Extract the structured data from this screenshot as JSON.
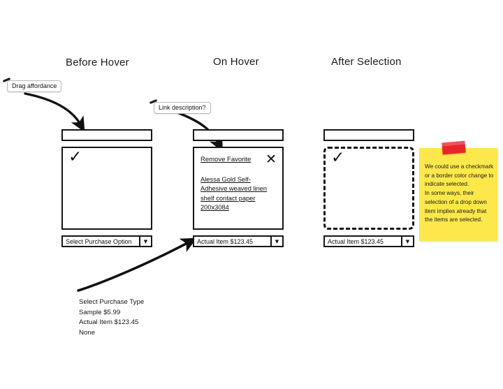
{
  "columns": [
    {
      "title": "Before Hover"
    },
    {
      "title": "On Hover"
    },
    {
      "title": "After Selection"
    }
  ],
  "callouts": {
    "drag": "Drag affordance",
    "link": "Link description?"
  },
  "panels": {
    "before": {
      "dropdown_value": "Select Purchase Option",
      "dropdown_arrow": "▼",
      "checkmark": "✓"
    },
    "hover": {
      "remove_link": "Remove Favorite",
      "close_icon": "✕",
      "product_title": "Alessa Gold Self-Adhesive weaved linen shelf contact paper 200x3084",
      "dropdown_value": "Actual Item $123.45",
      "dropdown_arrow": "▼"
    },
    "after": {
      "dropdown_value": "Actual Item $123.45",
      "dropdown_arrow": "▼",
      "checkmark": "✓"
    }
  },
  "purchase_types": {
    "heading": "Select Purchase Type",
    "options": [
      "Sample $5.99",
      "Actual Item $123.45",
      "None"
    ]
  },
  "sticky_note": {
    "paragraph_1": "We could use a checkmark or a border color change to indicate selected.",
    "paragraph_2": "In some ways, their selection of a drop down item implies already that the items are selected."
  },
  "colors": {
    "sticky_background": "#fce84a",
    "sticky_tape": "#e8252c",
    "ink": "#151515",
    "page_background": "#ffffff"
  }
}
